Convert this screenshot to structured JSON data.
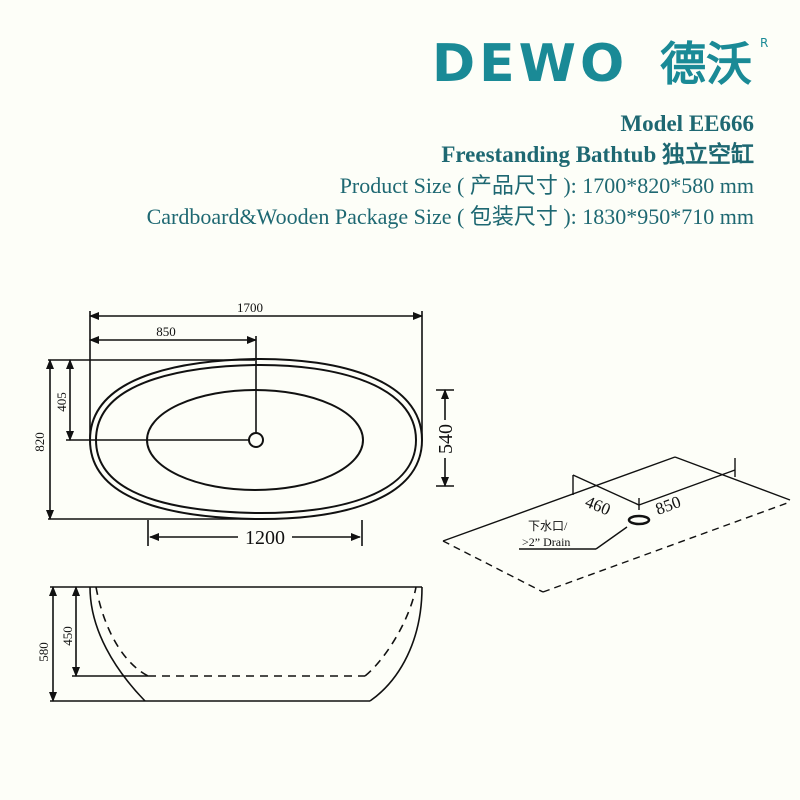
{
  "brand": {
    "logo_latin": "DEWO",
    "logo_chinese": "德沃",
    "registered_mark": "R",
    "brand_color": "#1a8a96",
    "accent_color": "#e8682a"
  },
  "product": {
    "model": "Model EE666",
    "type": "Freestanding Bathtub 独立空缸",
    "product_size": "Product Size ( 产品尺寸 ):  1700*820*580 mm",
    "package_size": "Cardboard&Wooden Package Size ( 包装尺寸 ):  1830*950*710 mm",
    "text_color": "#1e6872"
  },
  "top_view": {
    "overall_length": "1700",
    "drain_offset_length": "850",
    "overall_width": "820",
    "drain_offset_width": "405",
    "inner_width": "540",
    "inner_length": "1200"
  },
  "floor_plan": {
    "drain_from_side": "460",
    "drain_from_end": "850",
    "drain_label_cn": "下水口/",
    "drain_label_en": ">2” Drain"
  },
  "side_view": {
    "overall_height": "580",
    "inner_depth": "450"
  }
}
